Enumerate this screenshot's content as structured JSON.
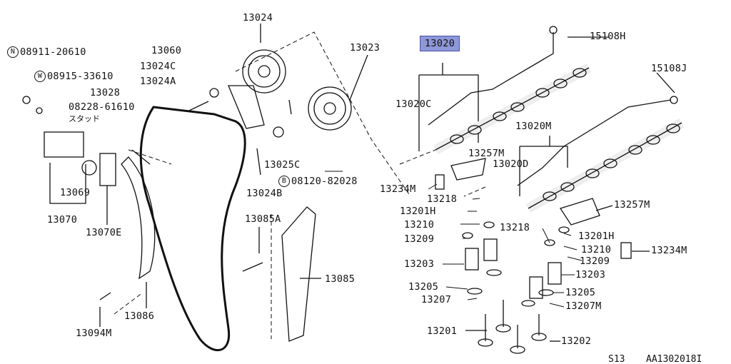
{
  "diagram_id": "AA1302018I",
  "model_code": "S13",
  "highlighted_part": "13020",
  "labels": {
    "p08911": "08911-20610",
    "p08915": "08915-33610",
    "p08228": "08228-61610",
    "stud_jp": "スタッド",
    "p08120": "08120-82028",
    "p13024": "13024",
    "p13023": "13023",
    "p13020": "13020",
    "p13020c": "13020C",
    "p13020m": "13020M",
    "p13020d": "13020D",
    "p15108h": "15108H",
    "p15108j": "15108J",
    "p13060": "13060",
    "p13024c": "13024C",
    "p13024a": "13024A",
    "p13024b": "13024B",
    "p13025c": "13025C",
    "p13028": "13028",
    "p13069": "13069",
    "p13070": "13070",
    "p13070e": "13070E",
    "p13085a": "13085A",
    "p13085": "13085",
    "p13086": "13086",
    "p13094m": "13094M",
    "p13257m_a": "13257M",
    "p13257m_b": "13257M",
    "p13234m_a": "13234M",
    "p13234m_b": "13234M",
    "p13218_a": "13218",
    "p13218_b": "13218",
    "p13201h_a": "13201H",
    "p13201h_b": "13201H",
    "p13210_a": "13210",
    "p13210_b": "13210",
    "p13209_a": "13209",
    "p13209_b": "13209",
    "p13203_a": "13203",
    "p13203_b": "13203",
    "p13205_a": "13205",
    "p13205_b": "13205",
    "p13207_a": "13207",
    "p13207m": "13207M",
    "p13201": "13201",
    "p13202": "13202"
  },
  "symbols": {
    "n": "N",
    "w": "W",
    "b": "B"
  },
  "colors": {
    "highlight": "#8e97d8",
    "line": "#111111"
  }
}
